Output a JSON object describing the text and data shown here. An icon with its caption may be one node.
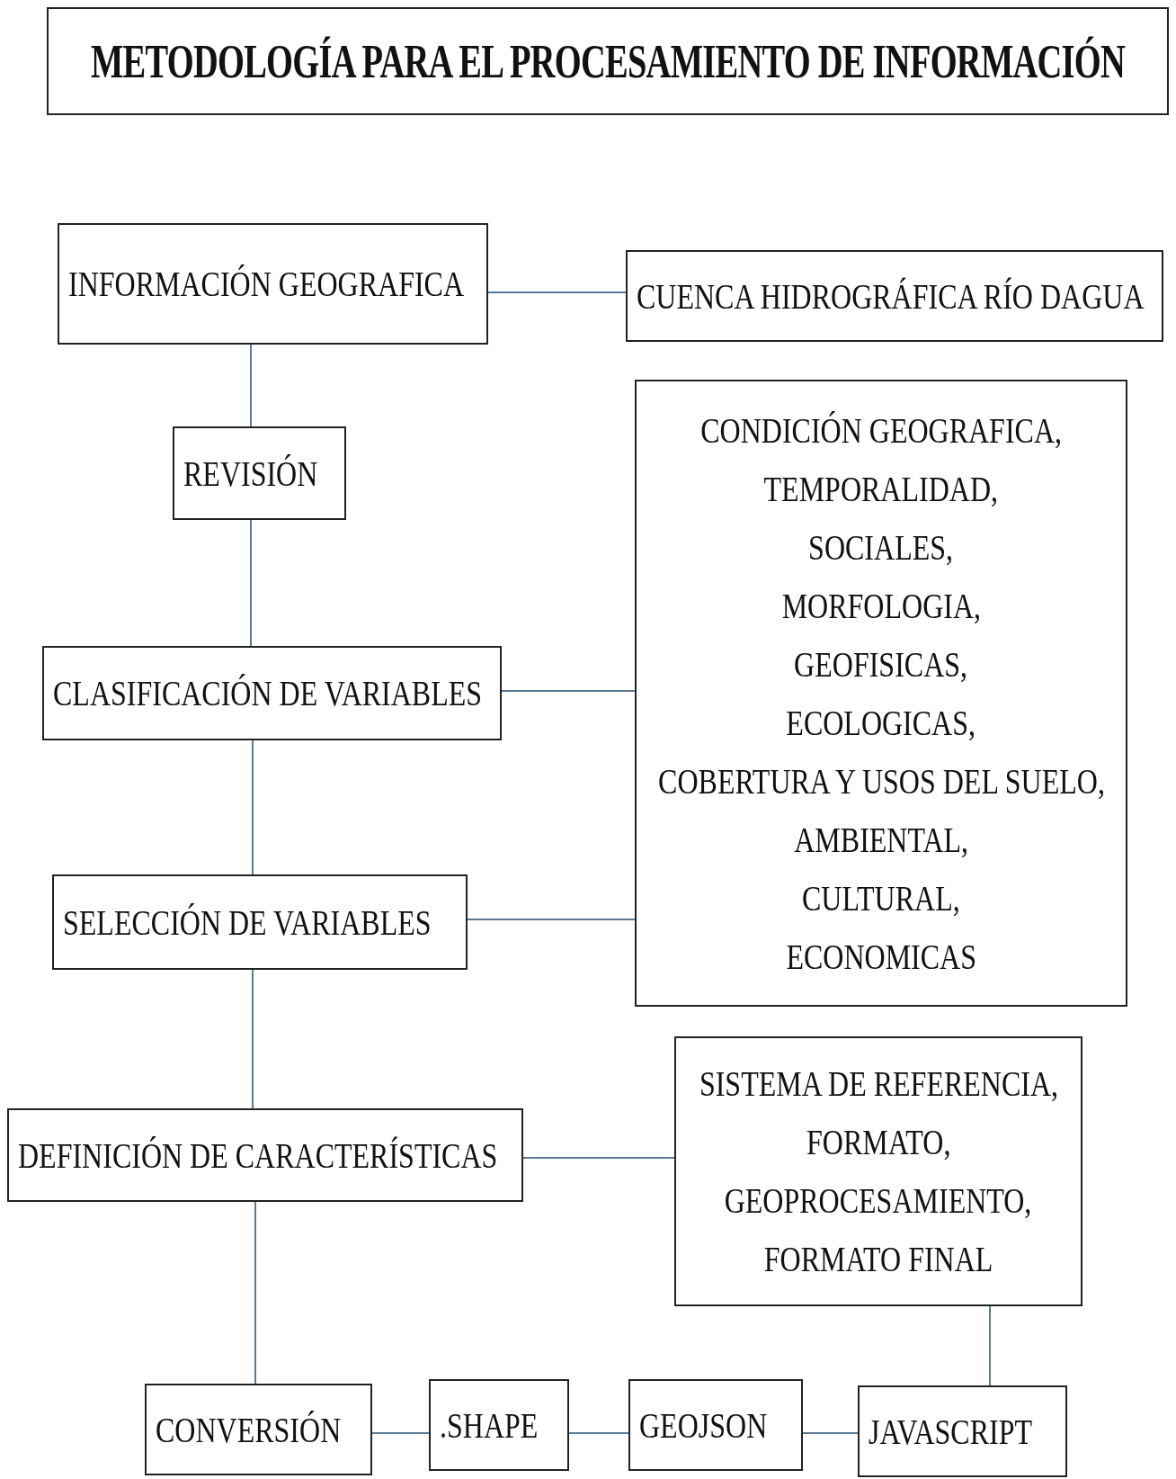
{
  "diagram": {
    "title": "METODOLOGÍA PARA EL PROCESAMIENTO DE INFORMACIÓN",
    "nodes": [
      {
        "text": [
          "INFORMACIÓN GEOGRAFICA"
        ]
      },
      {
        "text": [
          "CUENCA HIDROGRÁFICA RÍO DAGUA"
        ]
      },
      {
        "text": [
          "REVISIÓN"
        ]
      },
      {
        "text": [
          "CLASIFICACIÓN DE VARIABLES"
        ]
      },
      {
        "text": [
          "CONDICIÓN GEOGRAFICA,",
          "TEMPORALIDAD,",
          "SOCIALES,",
          "MORFOLOGIA,",
          "GEOFISICAS,",
          "ECOLOGICAS,",
          "COBERTURA Y USOS DEL SUELO,",
          "AMBIENTAL,",
          "CULTURAL,",
          "ECONOMICAS"
        ]
      },
      {
        "text": [
          "SELECCIÓN DE VARIABLES"
        ]
      },
      {
        "text": [
          "DEFINICIÓN DE CARACTERÍSTICAS"
        ]
      },
      {
        "text": [
          "SISTEMA DE REFERENCIA,",
          "FORMATO,",
          "GEOPROCESAMIENTO,",
          "FORMATO FINAL"
        ]
      },
      {
        "text": [
          "CONVERSIÓN"
        ]
      },
      {
        "text": [
          ".SHAPE"
        ]
      },
      {
        "text": [
          "GEOJSON"
        ]
      },
      {
        "text": [
          "JAVASCRIPT"
        ]
      }
    ],
    "edges": [
      {
        "from": 0,
        "to": 1,
        "arrow": "none"
      },
      {
        "from": 0,
        "to": 2,
        "arrow": "none"
      },
      {
        "from": 2,
        "to": 3,
        "arrow": "none"
      },
      {
        "from": 3,
        "to": 4,
        "arrow": "none"
      },
      {
        "from": 3,
        "to": 5,
        "arrow": "none"
      },
      {
        "from": 5,
        "to": 4,
        "arrow": "none"
      },
      {
        "from": 5,
        "to": 6,
        "arrow": "none"
      },
      {
        "from": 6,
        "to": 7,
        "arrow": "none"
      },
      {
        "from": 6,
        "to": 8,
        "arrow": "none"
      },
      {
        "from": 8,
        "to": 9,
        "arrow": "none"
      },
      {
        "from": 9,
        "to": 10,
        "arrow": "none"
      },
      {
        "from": 10,
        "to": 11,
        "arrow": "none"
      },
      {
        "from": 7,
        "to": 11,
        "arrow": "none"
      }
    ]
  }
}
